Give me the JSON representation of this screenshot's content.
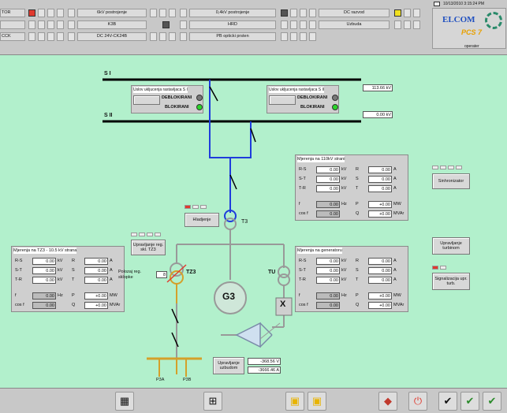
{
  "top": {
    "rows": [
      [
        {
          "text": "TOR"
        },
        {
          "text": "6kV postrojenje"
        },
        {
          "text": "0,4kV postrojenje"
        },
        {
          "text": "DC razvod"
        }
      ],
      [
        {
          "text": ""
        },
        {
          "text": "K3B"
        },
        {
          "text": "HRD"
        },
        {
          "text": "Uzbuda"
        }
      ],
      [
        {
          "text": "CCK"
        },
        {
          "text": "DC 24V-CK24B"
        },
        {
          "text": "PB opticki prsten"
        },
        {
          "text": ""
        }
      ]
    ],
    "datetime": "10/13/2010 3:15:24 PM",
    "logo_text": "ELCOM",
    "logo_sub": "PCS 7",
    "user": "operater"
  },
  "busbars": {
    "s1": "S I",
    "s2": "S II"
  },
  "voltage_s1": "113.66 kV",
  "voltage_s2": "0.00 kV",
  "cond1": {
    "title": "Uslov ukljucenja rastavljaca S I",
    "deblok": "DEBLOKIRANI",
    "blok": "BLOKIRANI"
  },
  "cond2": {
    "title": "Uslov ukljucenja rastavljaca S II",
    "deblok": "DEBLOKIRANI",
    "blok": "BLOKIRANI"
  },
  "meas110": {
    "title": "Mjerenja na 110kV strani",
    "rows": [
      {
        "l": "R-S",
        "v": "0.00",
        "u": "kV",
        "l2": "R",
        "v2": "0.00",
        "u2": "A"
      },
      {
        "l": "S-T",
        "v": "0.00",
        "u": "kV",
        "l2": "S",
        "v2": "0.00",
        "u2": "A"
      },
      {
        "l": "T-R",
        "v": "0.00",
        "u": "kV",
        "l2": "T",
        "v2": "0.00",
        "u2": "A"
      },
      {
        "l": "f",
        "v": "0.00",
        "u": "Hz",
        "l2": "P",
        "v2": "+0.00",
        "u2": "MW"
      },
      {
        "l": "cos f",
        "v": "0.00",
        "u": "",
        "l2": "Q",
        "v2": "+0.00",
        "u2": "MVAr"
      }
    ]
  },
  "measTZ3": {
    "title": "Mjerenja na TZ3 - 10.5 kV strana",
    "rows": [
      {
        "l": "R-S",
        "v": "0.00",
        "u": "kV",
        "l2": "R",
        "v2": "0.00",
        "u2": "A"
      },
      {
        "l": "S-T",
        "v": "0.00",
        "u": "kV",
        "l2": "S",
        "v2": "0.00",
        "u2": "A"
      },
      {
        "l": "T-R",
        "v": "0.00",
        "u": "kV",
        "l2": "T",
        "v2": "0.00",
        "u2": "A"
      },
      {
        "l": "f",
        "v": "0.00",
        "u": "Hz",
        "l2": "P",
        "v2": "+0.00",
        "u2": "MW"
      },
      {
        "l": "cos f",
        "v": "0.00",
        "u": "",
        "l2": "Q",
        "v2": "+0.00",
        "u2": "MVAr"
      }
    ]
  },
  "measGen": {
    "title": "Mjerenja na generatoru",
    "rows": [
      {
        "l": "R-S",
        "v": "0.00",
        "u": "kV",
        "l2": "R",
        "v2": "0.00",
        "u2": "A"
      },
      {
        "l": "S-T",
        "v": "0.00",
        "u": "kV",
        "l2": "S",
        "v2": "0.00",
        "u2": "A"
      },
      {
        "l": "T-R",
        "v": "0.00",
        "u": "kV",
        "l2": "T",
        "v2": "0.00",
        "u2": "A"
      },
      {
        "l": "f",
        "v": "0.00",
        "u": "Hz",
        "l2": "P",
        "v2": "+0.00",
        "u2": "MW"
      },
      {
        "l": "cos f",
        "v": "0.00",
        "u": "",
        "l2": "Q",
        "v2": "+0.00",
        "u2": "MVAr"
      }
    ]
  },
  "buttons": {
    "hladjenje": "Hladjenje",
    "upravljanje_tz3": "Upravljanje reg. skl. TZ3",
    "sinhronizator": "Sinhronizator",
    "upravljanje_turbinom": "Upravljanje turbinom",
    "signalizacija": "Signalizacija upr. turb.",
    "upravljanje_uzbudom": "Upravljanje uzbudom"
  },
  "polozaj": {
    "label": "Polozaj reg. sklopke",
    "value": "8"
  },
  "labels": {
    "t3": "T3",
    "tz3": "TZ3",
    "g3": "G3",
    "tu": "TU",
    "x": "X",
    "p3a": "P3A",
    "p3b": "P3B"
  },
  "uzbuda": {
    "v": "-368.56 V",
    "a": "-3666.46 A"
  }
}
